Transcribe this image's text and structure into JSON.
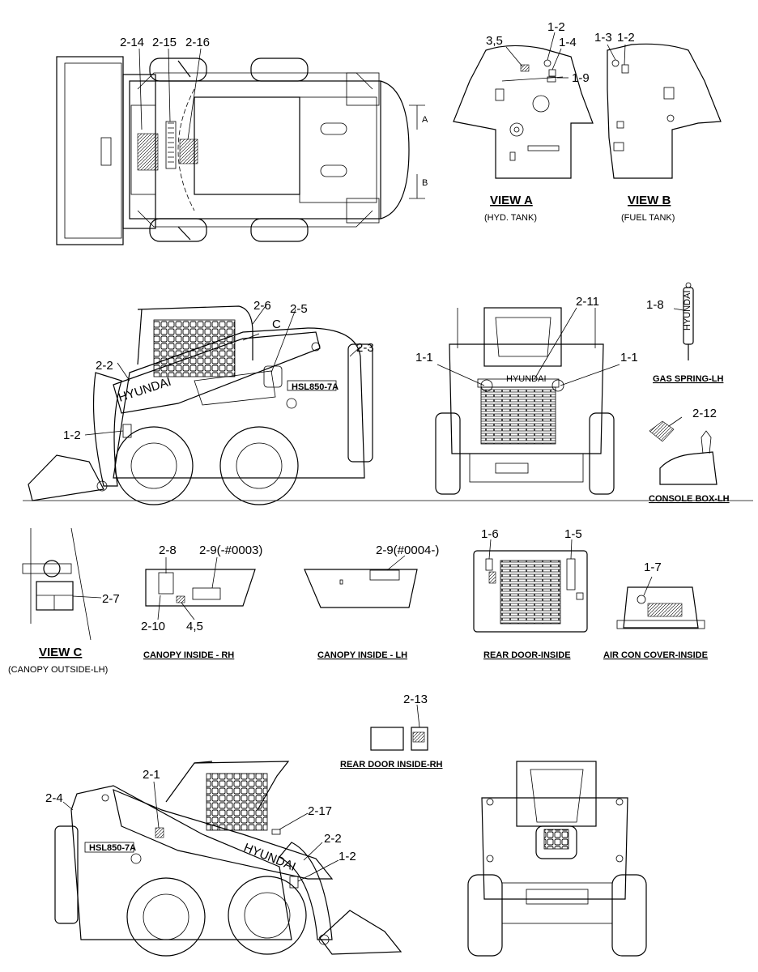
{
  "callouts": {
    "c2_14": "2-14",
    "c2_15": "2-15",
    "c2_16": "2-16",
    "c3_5_a": "3,5",
    "c1_2_a": "1-2",
    "c1_4": "1-4",
    "c1_9": "1-9",
    "c1_3": "1-3",
    "c1_2_b": "1-2",
    "c2_6": "2-6",
    "c2_5": "2-5",
    "c2_3": "2-3",
    "c2_2_a": "2-2",
    "c1_2_c": "1-2",
    "c2_11": "2-11",
    "c1_1_a": "1-1",
    "c1_1_b": "1-1",
    "c1_8": "1-8",
    "c2_12": "2-12",
    "c2_7": "2-7",
    "c2_8": "2-8",
    "c2_9_a": "2-9(-#0003)",
    "c2_10": "2-10",
    "c4_5": "4,5",
    "c2_9_b": "2-9(#0004-)",
    "c1_6": "1-6",
    "c1_5": "1-5",
    "c1_7": "1-7",
    "c2_13": "2-13",
    "c2_1": "2-1",
    "c2_4": "2-4",
    "c2_17": "2-17",
    "c2_2_b": "2-2",
    "c1_2_d": "1-2",
    "markA": "A",
    "markB": "B",
    "markC": "C"
  },
  "views": {
    "viewA_title": "VIEW  A",
    "viewA_sub": "(HYD. TANK)",
    "viewB_title": "VIEW  B",
    "viewB_sub": "(FUEL TANK)",
    "viewC_title": "VIEW  C",
    "viewC_sub": "(CANOPY  OUTSIDE-LH)",
    "gas_spring": "GAS SPRING-LH",
    "console_box": "CONSOLE BOX-LH",
    "canopy_rh": "CANOPY INSIDE - RH",
    "canopy_lh": "CANOPY INSIDE - LH",
    "rear_door": "REAR DOOR-INSIDE",
    "aircon": "AIR CON COVER-INSIDE",
    "rear_door_rh": "REAR DOOR INSIDE-RH"
  },
  "machine_text": {
    "brand": "HYUNDAI",
    "model": "HSL850-7A",
    "gas_spring_tag": "HYUNDAI"
  }
}
